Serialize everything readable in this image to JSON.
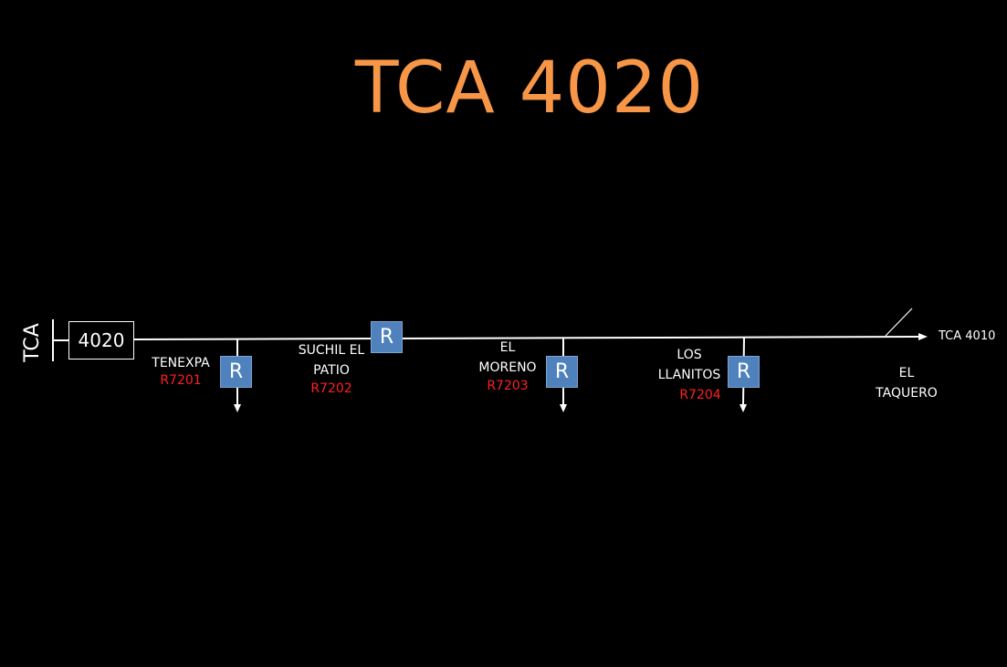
{
  "title": "TCA 4020",
  "colors": {
    "background": "#000000",
    "title": "#f79646",
    "line": "#ffffff",
    "recloser_fill": "#4f81bd",
    "code": "#ff2020"
  },
  "source": {
    "label": "TCA",
    "feeder": "4020"
  },
  "tie": {
    "label": "TCA 4010"
  },
  "reclosers": [
    {
      "symbol": "R",
      "name_lines": [
        "TENEXPA"
      ],
      "code": "R7201"
    },
    {
      "symbol": "R",
      "name_lines": [
        "SUCHIL EL",
        "PATIO"
      ],
      "code": "R7202"
    },
    {
      "symbol": "R",
      "name_lines": [
        "EL",
        "MORENO"
      ],
      "code": "R7203"
    },
    {
      "symbol": "R",
      "name_lines": [
        "LOS",
        "LLANITOS"
      ],
      "code": "R7204"
    }
  ],
  "end_location": {
    "name_lines": [
      "EL",
      "TAQUERO"
    ]
  }
}
